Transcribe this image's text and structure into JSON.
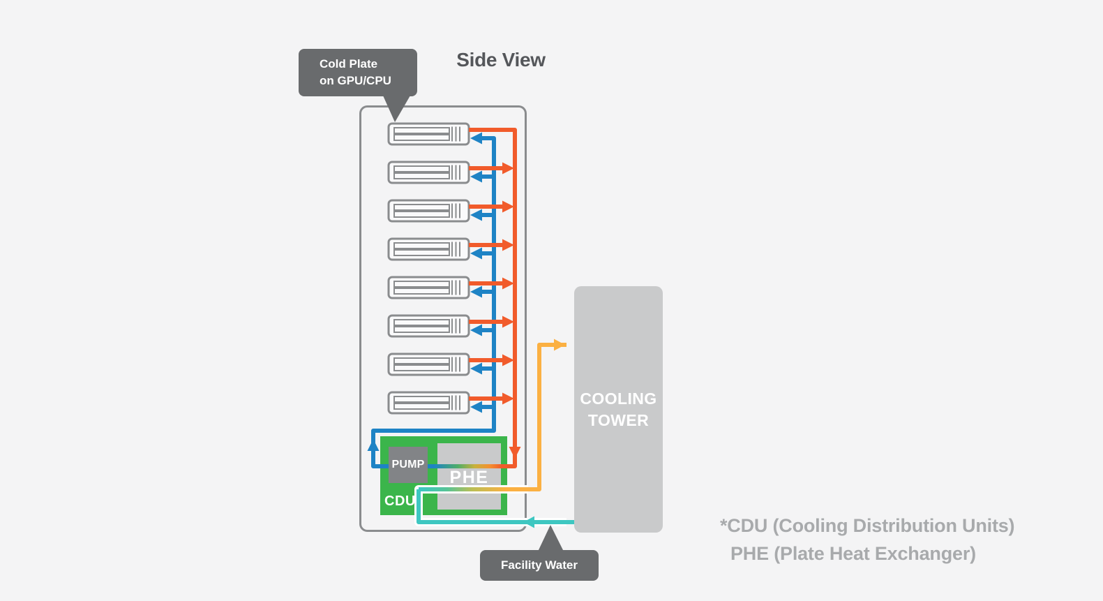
{
  "title": "Side View",
  "callouts": {
    "cold_plate": {
      "line1": "Cold Plate",
      "line2": "on GPU/CPU"
    },
    "facility_water": {
      "label": "Facility Water"
    }
  },
  "rack": {
    "server_count": 8
  },
  "cdu": {
    "label": "CDU",
    "pump_label": "PUMP",
    "phe_label": "PHE"
  },
  "cooling_tower": {
    "line1": "COOLING",
    "line2": "TOWER"
  },
  "footnote": {
    "line1": "*CDU (Cooling Distribution Units)",
    "line2": "PHE (Plate Heat Exchanger)"
  },
  "colors": {
    "background": "#f4f4f5",
    "hot_liquid_orange": "#f15b2b",
    "cold_liquid_blue": "#1e83c5",
    "facility_warm_amber": "#fbb042",
    "facility_cool_teal": "#3ec7c1",
    "cdu_green": "#3bb54b",
    "equipment_gray": "#c9cacb",
    "pump_gray": "#828487",
    "callout_gray": "#696b6d",
    "outline_gray": "#8a8c8e",
    "title_gray": "#54565a",
    "footnote_gray": "#a8aaac"
  }
}
